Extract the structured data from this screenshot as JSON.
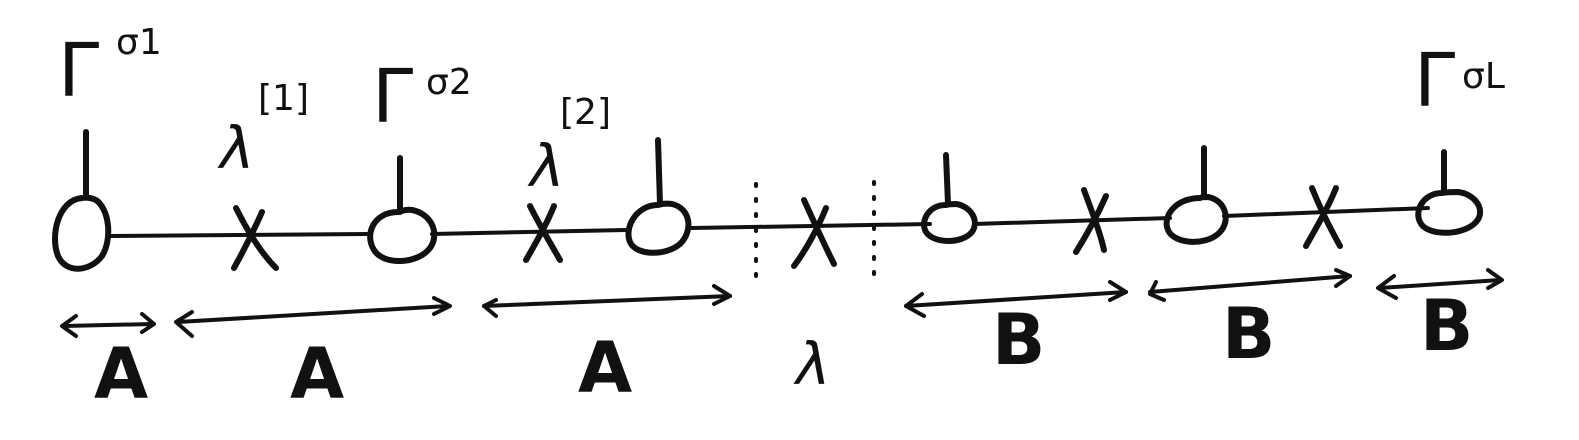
{
  "site_labels": [
    {
      "name": "Γ",
      "exponent": "σ1"
    },
    {
      "name": "Γ",
      "exponent": "σ2"
    },
    {
      "name": "Γ",
      "exponent": "σL"
    }
  ],
  "bond_labels": [
    {
      "name": "λ",
      "exponent": "[1]"
    },
    {
      "name": "λ",
      "exponent": "[2]"
    }
  ],
  "cut_label": "λ",
  "block_labels": [
    "A",
    "A",
    "A",
    "B",
    "B",
    "B"
  ]
}
